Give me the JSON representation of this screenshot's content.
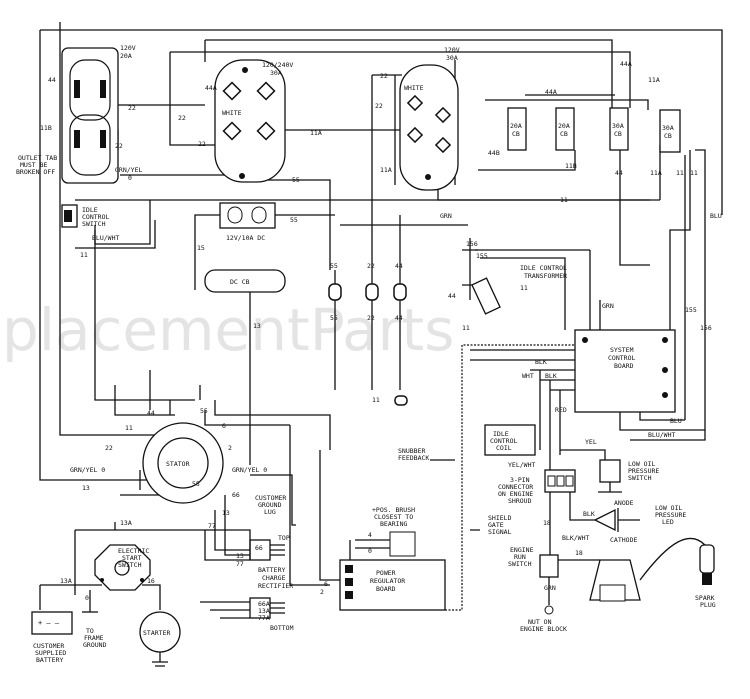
{
  "watermark": "placementParts",
  "receptacles": {
    "r120_20": {
      "title1": "120V",
      "title2": "20A"
    },
    "r120_240": {
      "title1": "120/240V",
      "title2": "30A"
    },
    "r120_30": {
      "title1": "120V",
      "title2": "30A"
    },
    "white": "WHITE"
  },
  "outlet_tab_note": [
    "OUTLET TAB",
    "MUST BE",
    "BROKEN OFF"
  ],
  "breakers": [
    {
      "rating": "20A",
      "type": "CB"
    },
    {
      "rating": "20A",
      "type": "CB"
    },
    {
      "rating": "30A",
      "type": "CB"
    },
    {
      "rating": "30A",
      "type": "CB"
    }
  ],
  "idle_control_switch": [
    "IDLE",
    "CONTROL",
    "SWITCH"
  ],
  "dc_receptacle": "12V/10A DC",
  "dc_cb": "DC CB",
  "idle_transformer": [
    "IDLE CONTROL",
    "TRANSFORMER"
  ],
  "system_board": [
    "SYSTEM",
    "CONTROL",
    "BOARD"
  ],
  "idle_coil": [
    "IDLE",
    "CONTROL",
    "COIL"
  ],
  "stator": "STATOR",
  "customer_ground_lug": [
    "CUSTOMER",
    "GROUND",
    "LUG"
  ],
  "battery_rectifier": [
    "BATTERY",
    "CHARGE",
    "RECTIFIER"
  ],
  "top": "TOP",
  "bottom": "BOTTOM",
  "electric_start_switch": [
    "ELECTRIC",
    "START",
    "SWITCH"
  ],
  "battery": [
    "CUSTOMER",
    "SUPPLIED",
    "BATTERY"
  ],
  "frame_ground": [
    "TO",
    "FRAME",
    "GROUND"
  ],
  "starter": "STARTER",
  "snubber": [
    "SNUBBER",
    "FEEDBACK"
  ],
  "brush_note": [
    "+POS. BRUSH",
    "CLOSEST TO",
    "BEARING"
  ],
  "shield": [
    "SHIELD",
    "GATE",
    "SIGNAL"
  ],
  "power_regulator": [
    "POWER",
    "REGULATOR",
    "BOARD"
  ],
  "three_pin": [
    "3-PIN",
    "CONNECTOR",
    "ON ENGINE",
    "SHROUD"
  ],
  "engine_run_switch": [
    "ENGINE",
    "RUN",
    "SWITCH"
  ],
  "nut_on_block": [
    "NUT ON",
    "ENGINE BLOCK"
  ],
  "low_oil_switch": [
    "LOW OIL",
    "PRESSURE",
    "SWITCH"
  ],
  "low_oil_led": [
    "LOW OIL",
    "PRESSURE",
    "LED"
  ],
  "anode": "ANODE",
  "cathode": "CATHODE",
  "spark_plug": [
    "SPARK",
    "PLUG"
  ],
  "wires": {
    "w44": "44",
    "w44a": "44A",
    "w11": "11",
    "w11a": "11A",
    "w11b": "11B",
    "w22": "22",
    "w33": "33",
    "w55": "55",
    "w15": "15",
    "w13": "13",
    "w13a": "13A",
    "w66": "66",
    "w66a": "66A",
    "w77": "77",
    "w77a": "77A",
    "w0": "0",
    "w2": "2",
    "w4": "4",
    "w6": "6",
    "w16": "16",
    "w18": "18",
    "w155": "155",
    "w156": "156",
    "w44b": "44B",
    "grn": "GRN",
    "blu": "BLU",
    "blk": "BLK",
    "wht": "WHT",
    "red": "RED",
    "yel": "YEL",
    "grn_yel": "GRN/YEL",
    "blu_wht": "BLU/WHT",
    "blk_wht": "BLK/WHT",
    "yel_wht": "YEL/WHT",
    "grn_yel_0": "GRN/YEL 0",
    "wht_yel": "WHT"
  }
}
